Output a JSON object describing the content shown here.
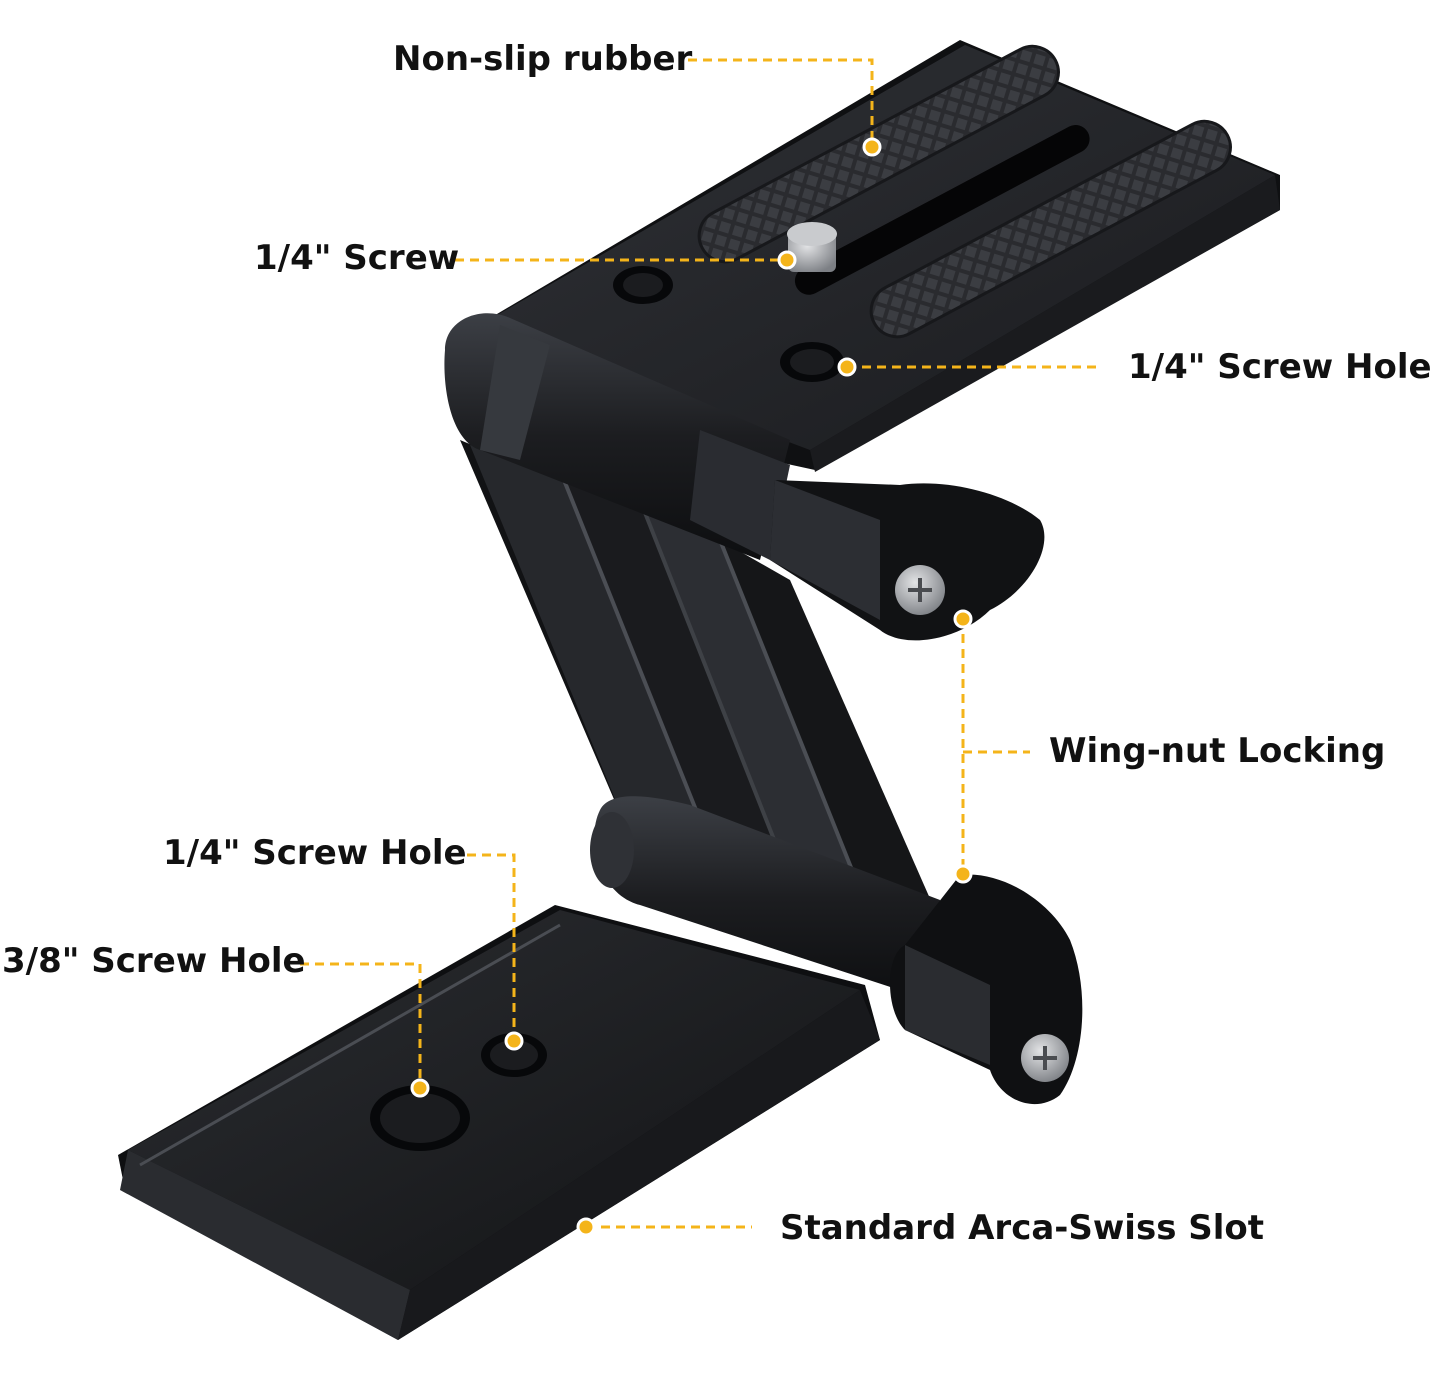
{
  "colors": {
    "leader": "#f4b41a",
    "metal_dark": "#111214",
    "metal_mid": "#25272b",
    "metal_light": "#3a3d43",
    "highlight": "#5a5e66",
    "rubber": "#2c2d31",
    "screw": "#a7a9ad",
    "text": "#111111"
  },
  "icons": {
    "callout_marker": "yellow-dot-icon"
  },
  "labels": {
    "non_slip_rubber": "Non-slip rubber",
    "quarter_screw": "1/4\" Screw",
    "quarter_screw_hole_top": "1/4\" Screw Hole",
    "wing_nut_locking": "Wing-nut Locking",
    "quarter_screw_hole_bottom": "1/4\" Screw Hole",
    "three_eighths_screw_hole": "3/8\" Screw Hole",
    "arca_swiss_slot": "Standard Arca-Swiss Slot"
  }
}
